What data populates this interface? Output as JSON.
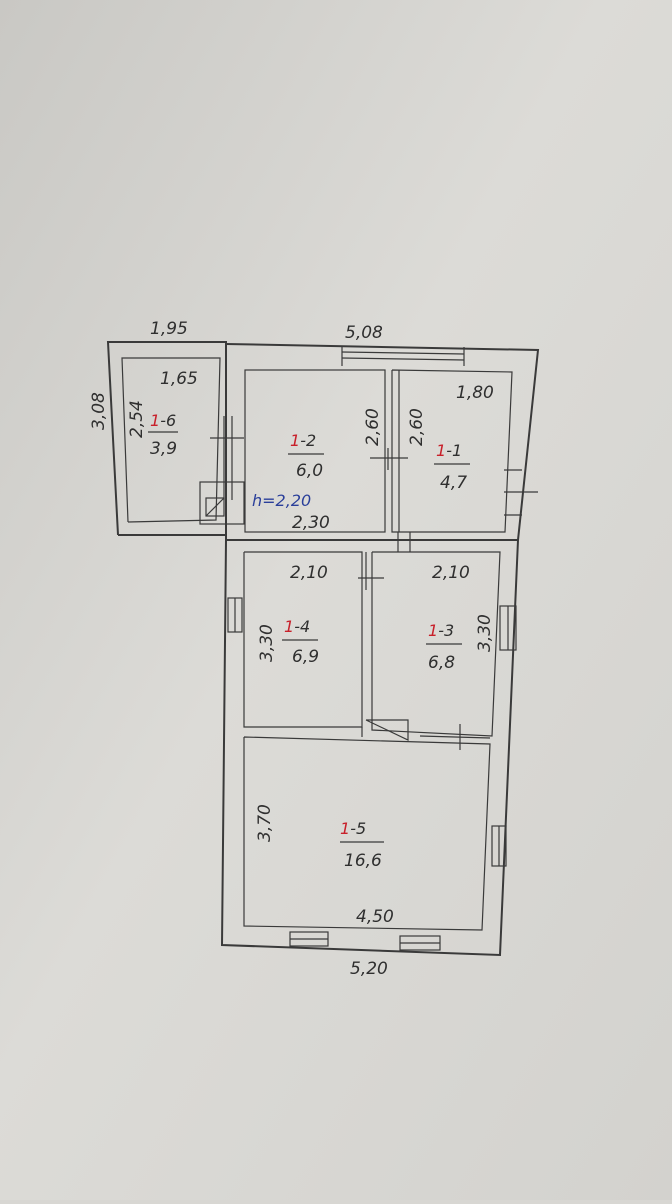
{
  "colors": {
    "paper": "#d8d7d3",
    "ink": "#2f2f2f",
    "room_id": "#c8202a",
    "height_note": "#2a3f9a"
  },
  "plan": {
    "dimensions": {
      "top_left": "1,95",
      "top_right": "5,08",
      "left_height": "3,08",
      "room6_width": "1,65",
      "room6_height": "2,54",
      "room2_height": "2,60",
      "room1_width": "1,80",
      "room1_height": "2,60",
      "mid_width": "2,30",
      "room4_width": "2,10",
      "room3_width": "2,10",
      "room4_height": "3,30",
      "room3_height": "3,30",
      "room5_height": "3,70",
      "room5_width": "4,50",
      "bottom_total": "5,20"
    },
    "ceiling_height": "h=2,20",
    "rooms": [
      {
        "prefix": "1",
        "suffix": "-6",
        "area": "3,9"
      },
      {
        "prefix": "1",
        "suffix": "-2",
        "area": "6,0"
      },
      {
        "prefix": "1",
        "suffix": "-1",
        "area": "4,7"
      },
      {
        "prefix": "1",
        "suffix": "-4",
        "area": "6,9"
      },
      {
        "prefix": "1",
        "suffix": "-3",
        "area": "6,8"
      },
      {
        "prefix": "1",
        "suffix": "-5",
        "area": "16,6"
      }
    ]
  }
}
